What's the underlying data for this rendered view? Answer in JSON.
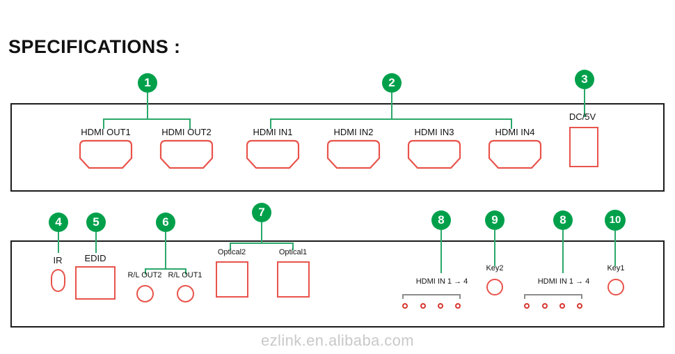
{
  "page": {
    "title": "SPECIFICATIONS :",
    "watermark": "ezlink.en.alibaba.com"
  },
  "colors": {
    "badge_green": "#00A04B",
    "leader_green": "#2aa86a",
    "port_red": "#e8534b",
    "dip_red": "#d6352d",
    "panel_black": "#1c1c1c",
    "watermark_gray": "#c9c9c9"
  },
  "front_panel": {
    "name": "front-panel",
    "callouts": [
      {
        "number": "1",
        "label": "HDMI outputs group"
      },
      {
        "number": "2",
        "label": "HDMI inputs group"
      },
      {
        "number": "3",
        "label": "DC power jack"
      }
    ],
    "ports": [
      {
        "id": "hdmi-out1",
        "label": "HDMI OUT1",
        "type": "hdmi"
      },
      {
        "id": "hdmi-out2",
        "label": "HDMI OUT2",
        "type": "hdmi"
      },
      {
        "id": "hdmi-in1",
        "label": "HDMI IN1",
        "type": "hdmi"
      },
      {
        "id": "hdmi-in2",
        "label": "HDMI IN2",
        "type": "hdmi"
      },
      {
        "id": "hdmi-in3",
        "label": "HDMI IN3",
        "type": "hdmi"
      },
      {
        "id": "hdmi-in4",
        "label": "HDMI IN4",
        "type": "hdmi"
      },
      {
        "id": "dc-5v",
        "label": "DC/5V",
        "type": "rect"
      }
    ]
  },
  "rear_panel": {
    "name": "rear-panel",
    "callouts": [
      {
        "number": "4",
        "label": "IR receiver"
      },
      {
        "number": "5",
        "label": "EDID port"
      },
      {
        "number": "6",
        "label": "R/L audio outputs group"
      },
      {
        "number": "7",
        "label": "Optical outputs group"
      },
      {
        "number": "8",
        "label": "HDMI IN selector switches"
      },
      {
        "number": "9",
        "label": "Key2 button"
      },
      {
        "number": "8",
        "label": "HDMI IN selector switches"
      },
      {
        "number": "10",
        "label": "Key1 button"
      }
    ],
    "ports": [
      {
        "id": "ir",
        "label": "IR",
        "type": "oval"
      },
      {
        "id": "edid",
        "label": "EDID",
        "type": "rect"
      },
      {
        "id": "rl-out2",
        "label": "R/L OUT2",
        "type": "circle"
      },
      {
        "id": "rl-out1",
        "label": "R/L OUT1",
        "type": "circle"
      },
      {
        "id": "optical2",
        "label": "Optical2",
        "type": "rect"
      },
      {
        "id": "optical1",
        "label": "Optical1",
        "type": "rect"
      },
      {
        "id": "key2",
        "label": "Key2",
        "type": "circle"
      },
      {
        "id": "key1",
        "label": "Key1",
        "type": "circle"
      }
    ],
    "dip_groups": [
      {
        "id": "dip-group-2",
        "label": "HDMI IN  1 → 4",
        "switch_count": 4
      },
      {
        "id": "dip-group-1",
        "label": "HDMI IN  1 → 4",
        "switch_count": 4
      }
    ]
  }
}
